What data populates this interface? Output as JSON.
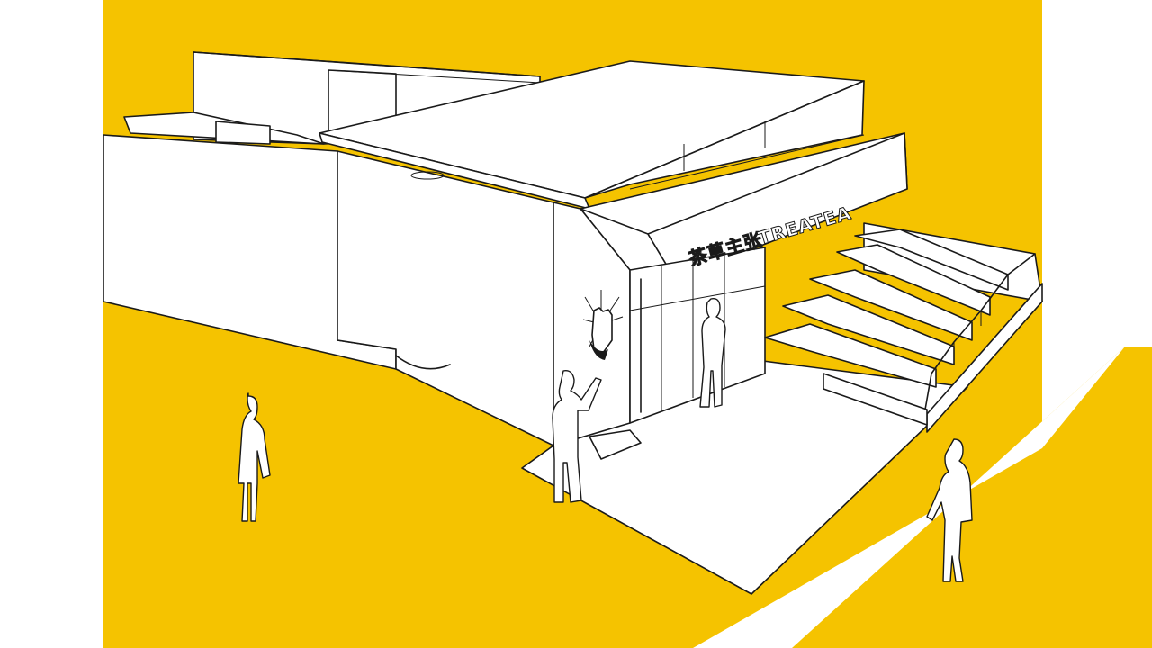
{
  "drawing": {
    "colors": {
      "background": "#ffffff",
      "ground": "#f5c300",
      "line": "#1a1a1a",
      "surface": "#ffffff"
    },
    "signage": {
      "chinese": "茶草主张",
      "english": "TREATEA"
    },
    "figures": [
      "person-woman-left",
      "person-man-pointing",
      "person-man-doorway",
      "person-woman-walking"
    ],
    "icons": [
      "tea-hand-logo-icon"
    ]
  }
}
